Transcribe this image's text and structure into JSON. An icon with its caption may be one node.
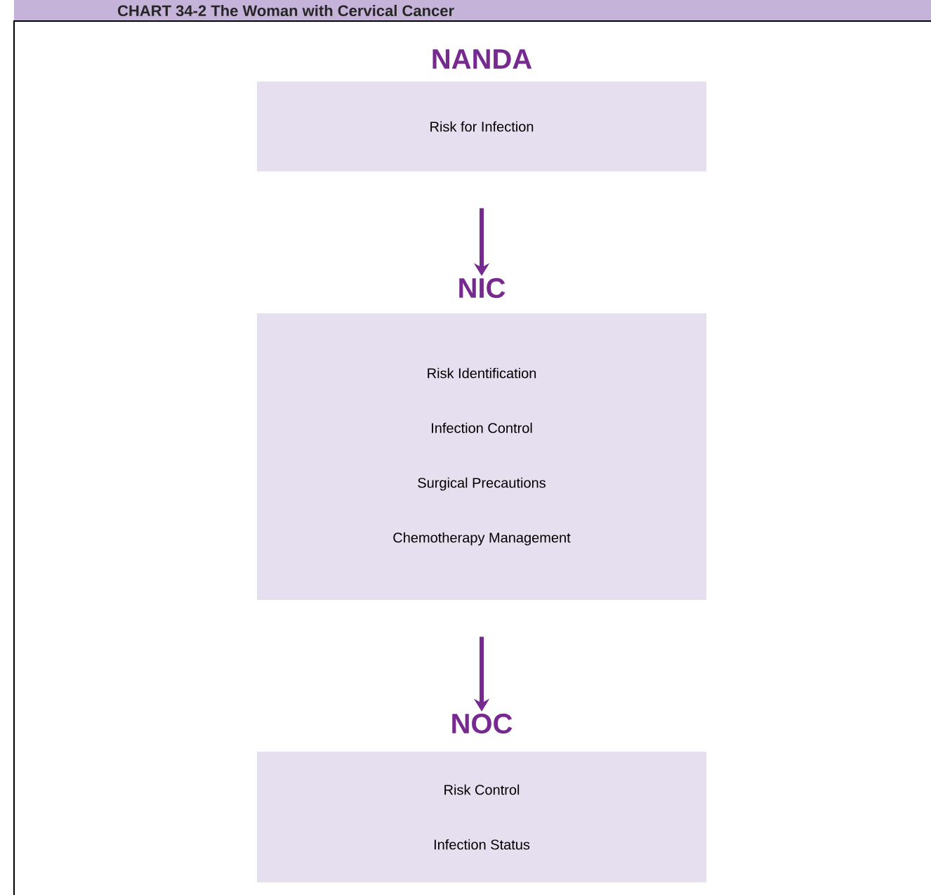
{
  "diagram": {
    "title": "CHART 34-2 The Woman with Cervical Cancer",
    "nodes": [
      {
        "text": [
          "NANDA",
          "Risk for Infection"
        ]
      },
      {
        "text": [
          "NIC",
          "Risk Identification",
          "Infection Control",
          "Surgical Precautions",
          "Chemotherapy Management"
        ]
      },
      {
        "text": [
          "NOC",
          "Risk Control",
          "Infection Status"
        ]
      }
    ],
    "edges": [
      {
        "from": 0,
        "to": 1,
        "arrow": "to"
      },
      {
        "from": 1,
        "to": 2,
        "arrow": "to"
      }
    ]
  }
}
